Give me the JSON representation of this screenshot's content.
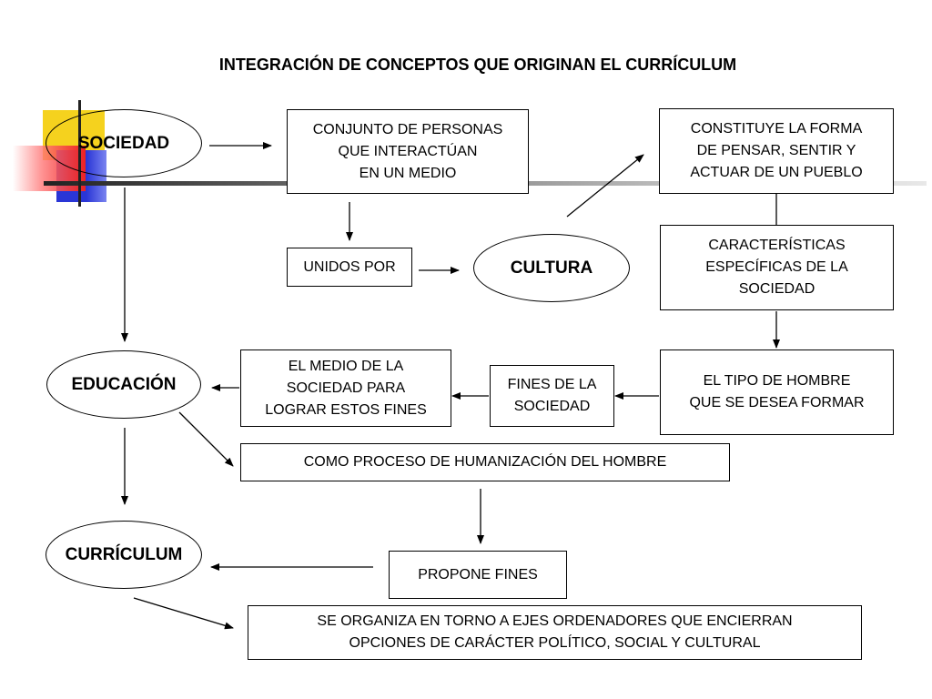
{
  "title": "INTEGRACIÓN DE CONCEPTOS QUE ORIGINAN EL CURRÍCULUM",
  "nodes": {
    "sociedad": "SOCIEDAD",
    "cultura": "CULTURA",
    "educacion": "EDUCACIÓN",
    "curriculum": "CURRÍCULUM"
  },
  "boxes": {
    "conjunto": [
      "CONJUNTO DE PERSONAS",
      "QUE INTERACTÚAN",
      "EN UN MEDIO"
    ],
    "unidos": "UNIDOS POR",
    "constituye": [
      "CONSTITUYE LA FORMA",
      "DE PENSAR, SENTIR Y",
      "ACTUAR DE UN PUEBLO"
    ],
    "caracteristicas": [
      "CARACTERÍSTICAS",
      "ESPECÍFICAS DE LA",
      "SOCIEDAD"
    ],
    "tipo_hombre": [
      "EL TIPO DE HOMBRE",
      "QUE SE DESEA FORMAR"
    ],
    "fines_sociedad": [
      "FINES DE LA",
      "SOCIEDAD"
    ],
    "medio_sociedad": [
      "EL MEDIO DE LA",
      "SOCIEDAD PARA",
      "LOGRAR ESTOS FINES"
    ],
    "proceso": "COMO PROCESO DE HUMANIZACIÓN DEL HOMBRE",
    "propone": "PROPONE FINES",
    "organiza": [
      "SE ORGANIZA EN TORNO A EJES ORDENADORES QUE ENCIERRAN",
      "OPCIONES DE CARÁCTER POLÍTICO, SOCIAL Y CULTURAL"
    ]
  }
}
